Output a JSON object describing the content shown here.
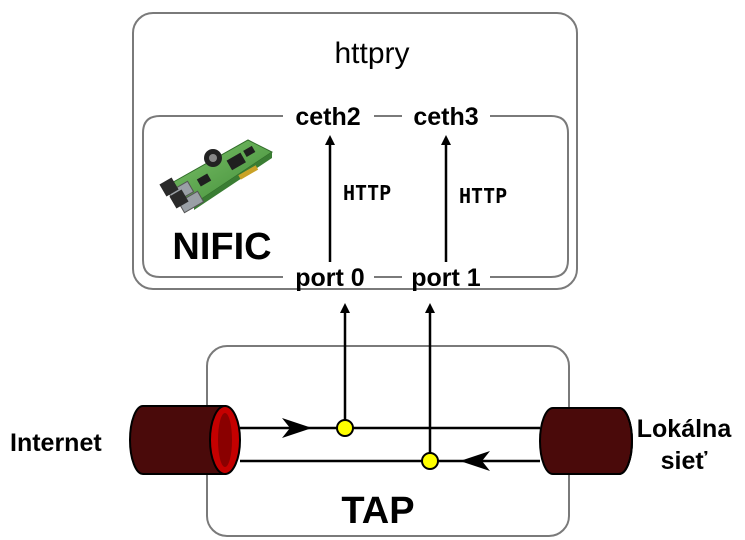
{
  "host": {
    "title": "httpry"
  },
  "card": {
    "label": "NIFIC"
  },
  "interfaces": {
    "ceth2": "ceth2",
    "ceth3": "ceth3",
    "port0": "port 0",
    "port1": "port 1"
  },
  "flows": {
    "left_label": "HTTP",
    "right_label": "HTTP"
  },
  "tap": {
    "label": "TAP"
  },
  "endpoints": {
    "left": "Internet",
    "right_line1": "Lokálna",
    "right_line2": "sieť"
  },
  "colors": {
    "cable": "#4a0a0a",
    "cable_open_end": "#c40000",
    "tap_point": "#ffff00",
    "box_stroke": "#7a7a7a",
    "line": "#000000"
  }
}
